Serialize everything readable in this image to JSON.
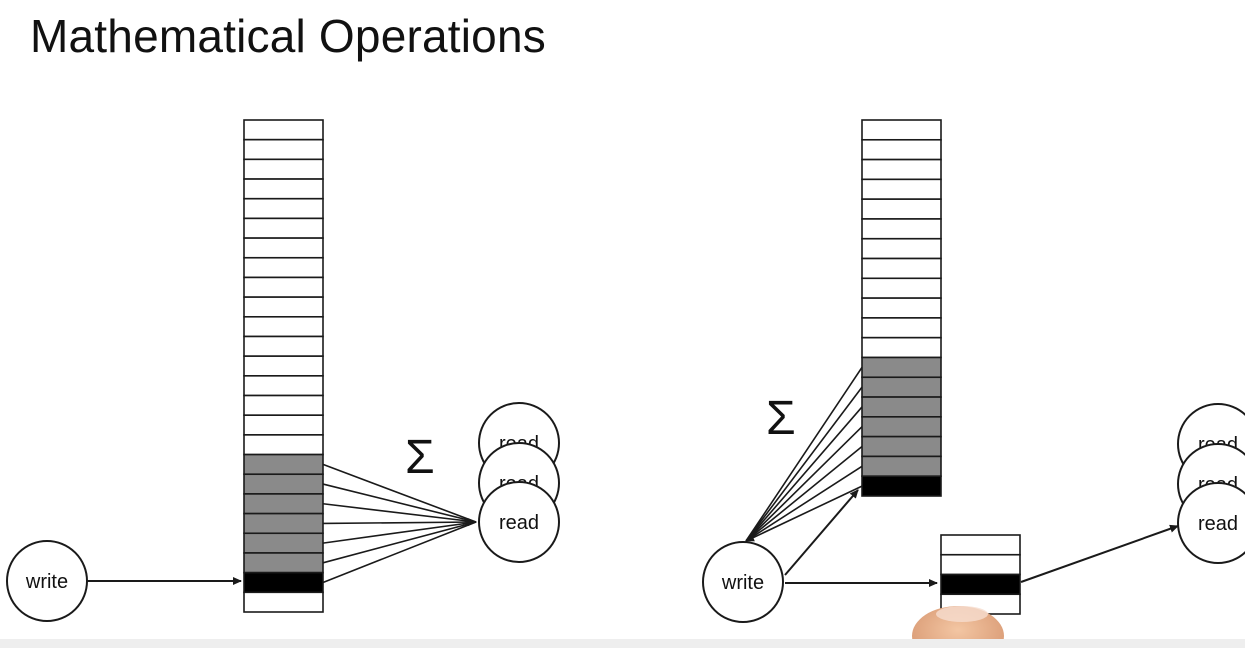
{
  "slide": {
    "title": "Mathematical Operations"
  },
  "left_diagram": {
    "sum_symbol": "Σ",
    "write_label": "write",
    "read_labels": [
      "read",
      "read",
      "read"
    ],
    "buffer_cells": 25,
    "gray_cells": 6,
    "black_cells": 1
  },
  "right_diagram": {
    "sum_symbol": "Σ",
    "write_label": "write",
    "read_labels": [
      "read",
      "read",
      "read"
    ],
    "buffer_cells": 19,
    "gray_cells": 6,
    "black_cells": 1,
    "small_buffer_cells": 4
  },
  "colors": {
    "gray_cell": "#8a8a8a",
    "black_cell": "#000000",
    "outline": "#1a1a1a",
    "finger": "#e9b48f"
  }
}
